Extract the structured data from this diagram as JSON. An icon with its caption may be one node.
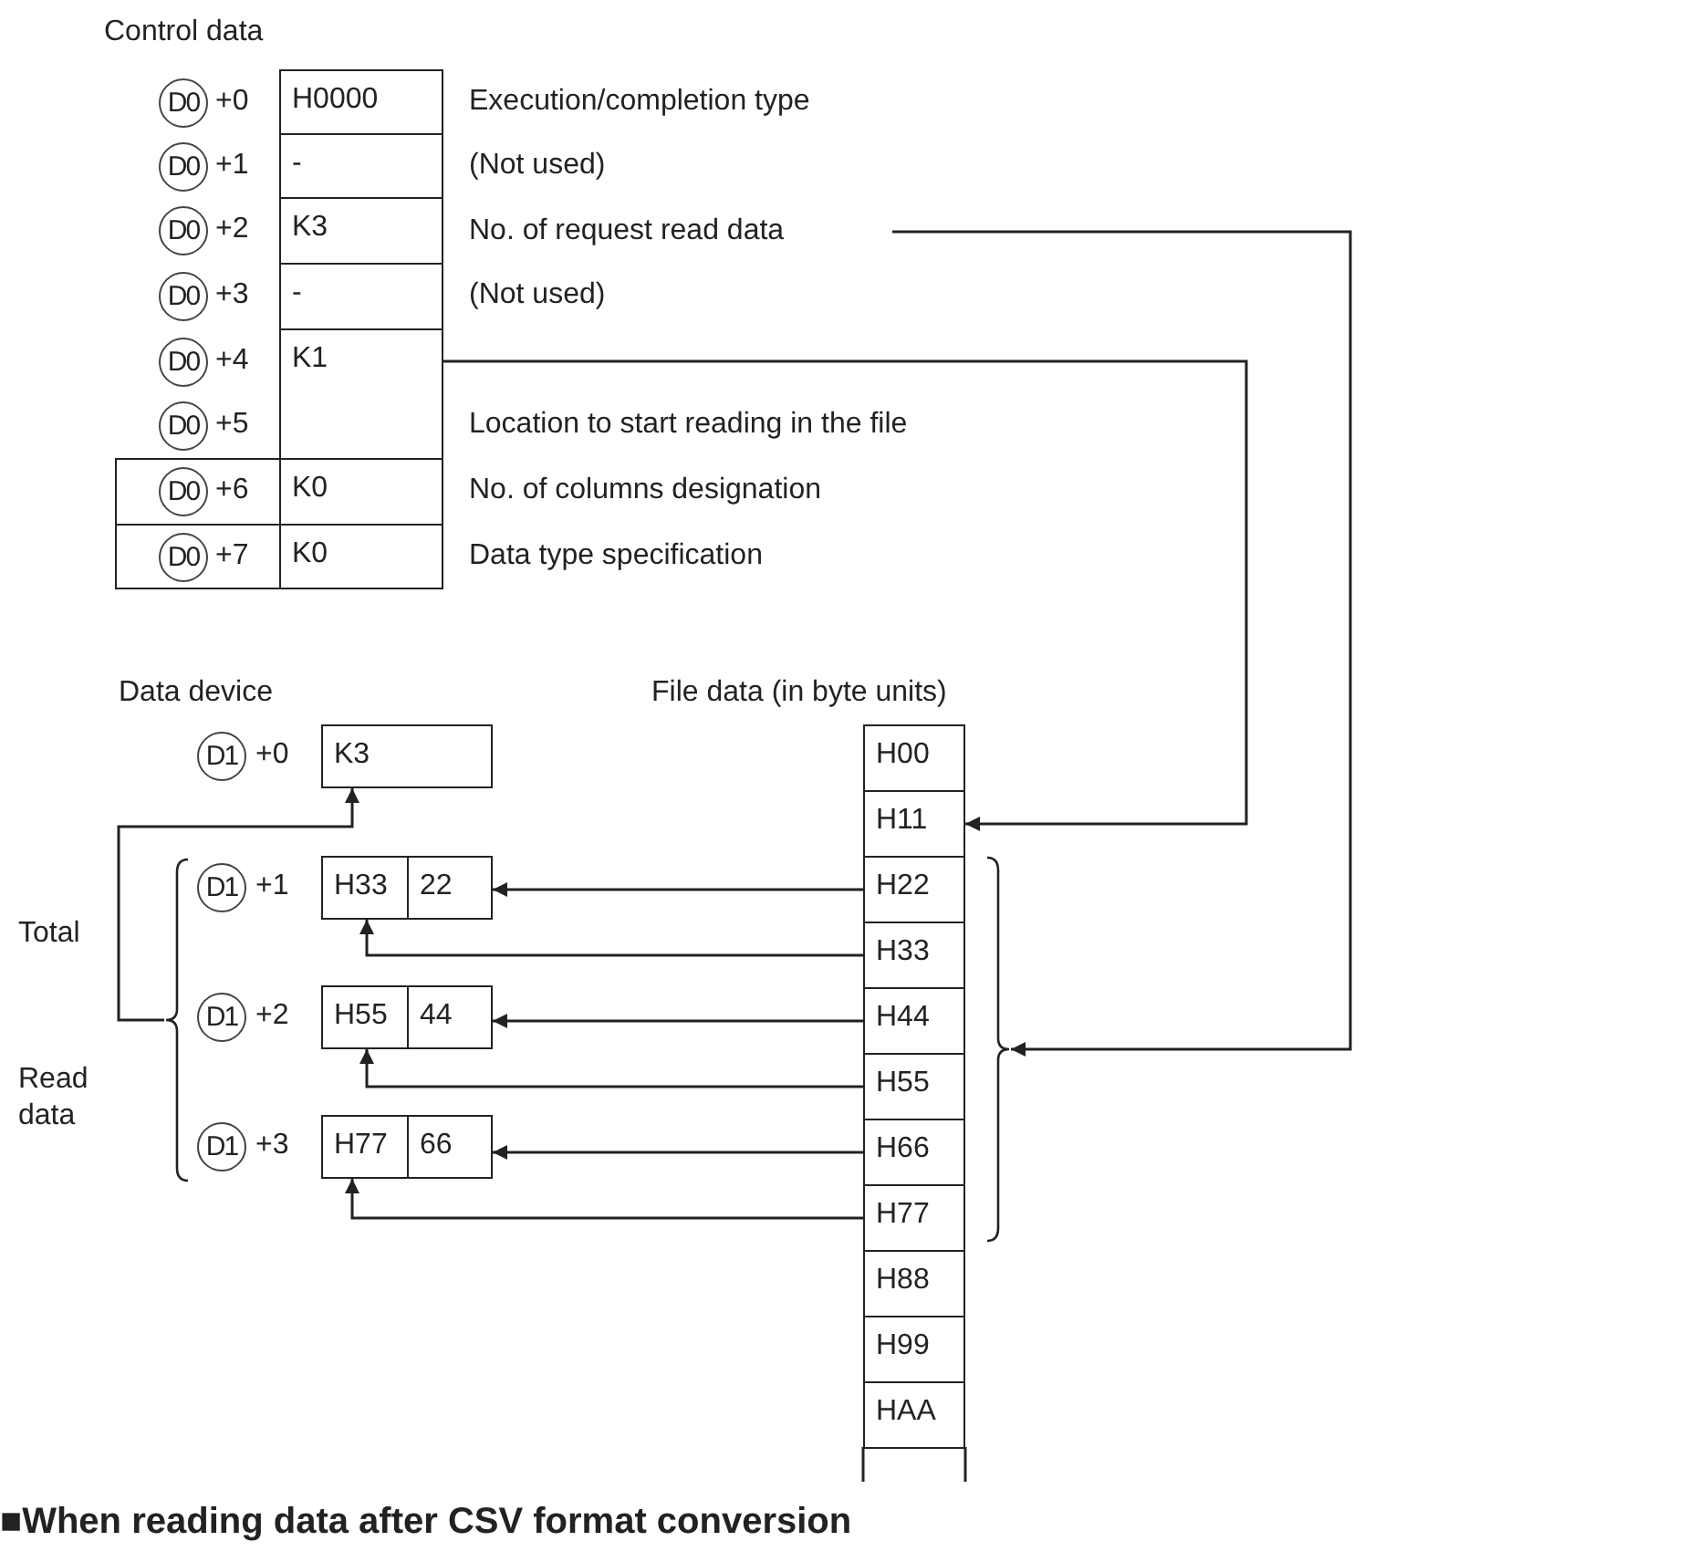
{
  "diagram": {
    "nodes": [
      {
        "text": [
          "H0000"
        ]
      },
      {
        "text": [
          "-"
        ]
      },
      {
        "text": [
          "K3"
        ]
      },
      {
        "text": [
          "-"
        ]
      },
      {
        "text": [
          "K1"
        ]
      },
      {
        "text": [
          "K0"
        ]
      },
      {
        "text": [
          "K0"
        ]
      },
      {
        "text": [
          "No. of request read data"
        ]
      },
      {
        "text": [
          "K3"
        ]
      },
      {
        "text": [
          "H33"
        ]
      },
      {
        "text": [
          "22"
        ]
      },
      {
        "text": [
          "H55"
        ]
      },
      {
        "text": [
          "44"
        ]
      },
      {
        "text": [
          "H77"
        ]
      },
      {
        "text": [
          "66"
        ]
      },
      {
        "text": [
          "H00"
        ]
      },
      {
        "text": [
          "H11"
        ]
      },
      {
        "text": [
          "H22"
        ]
      },
      {
        "text": [
          "H33"
        ]
      },
      {
        "text": [
          "H44"
        ]
      },
      {
        "text": [
          "H55"
        ]
      },
      {
        "text": [
          "H66"
        ]
      },
      {
        "text": [
          "H77"
        ]
      },
      {
        "text": [
          "H88"
        ]
      },
      {
        "text": [
          "H99"
        ]
      },
      {
        "text": [
          "HAA"
        ]
      },
      {
        "text": [],
        "shape": "bracket"
      },
      {
        "text": [],
        "shape": "bracket"
      }
    ],
    "edges": [
      {
        "from": 7,
        "to": 27,
        "arrow": "to"
      },
      {
        "from": 4,
        "to": 16,
        "arrow": "to"
      },
      {
        "from": 17,
        "to": 10,
        "arrow": "to"
      },
      {
        "from": 18,
        "to": 9,
        "arrow": "to"
      },
      {
        "from": 19,
        "to": 12,
        "arrow": "to"
      },
      {
        "from": 20,
        "to": 11,
        "arrow": "to"
      },
      {
        "from": 21,
        "to": 14,
        "arrow": "to"
      },
      {
        "from": 22,
        "to": 13,
        "arrow": "to"
      },
      {
        "from": 26,
        "to": 8,
        "arrow": "to"
      }
    ],
    "labels": [
      "Control data",
      "D0",
      "+0",
      "Execution/completion type",
      "D0",
      "+1",
      "(Not used)",
      "D0",
      "+2",
      "D0",
      "+3",
      "(Not used)",
      "D0",
      "+4",
      "D0",
      "+5",
      "Location to start reading in the file",
      "D0",
      "+6",
      "No. of columns designation",
      "D0",
      "+7",
      "Data type specification",
      "Data device",
      "File data (in byte units)",
      "D1",
      "+0",
      "Total",
      "D1",
      "+1",
      "D1",
      "+2",
      "Read data",
      "D1",
      "+3",
      "■When reading data after CSV format conversion"
    ]
  }
}
